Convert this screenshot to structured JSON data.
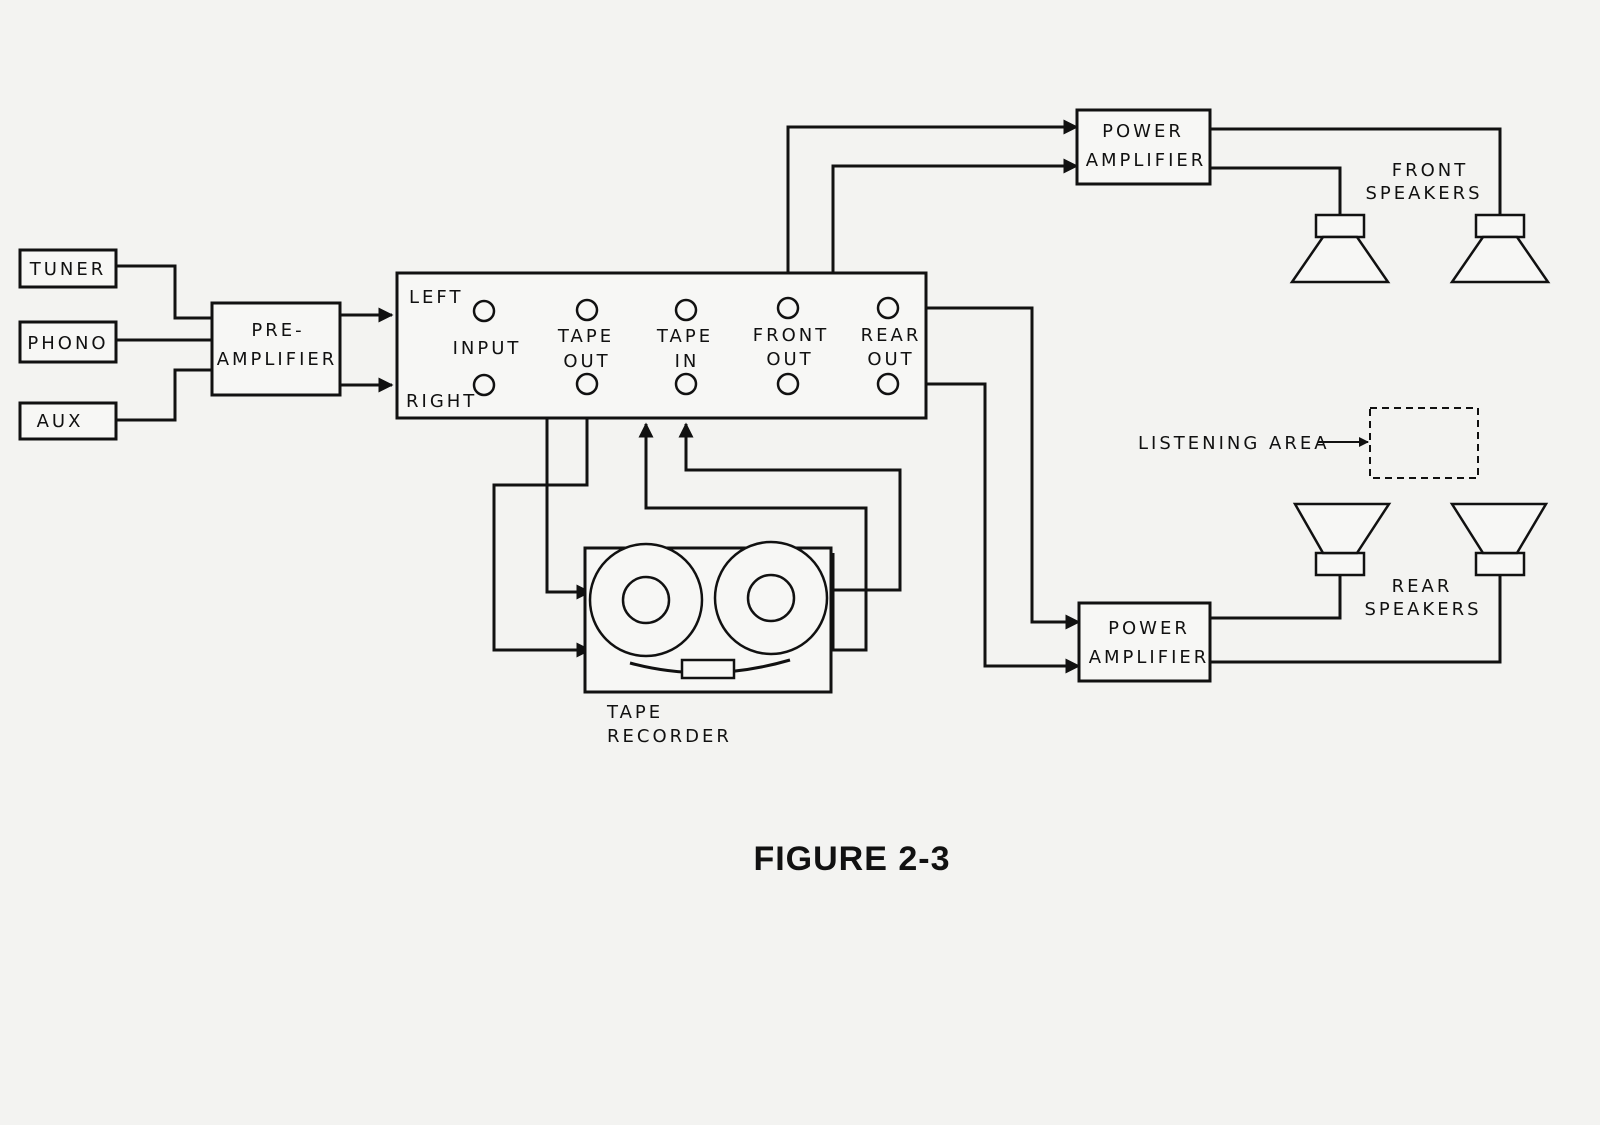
{
  "sources": {
    "tuner": "TUNER",
    "phono": "PHONO",
    "aux": "AUX"
  },
  "preamp": {
    "line1": "PRE-",
    "line2": "AMPLIFIER"
  },
  "panel": {
    "left": "LEFT",
    "right": "RIGHT",
    "input": "INPUT",
    "tape_out": [
      "TAPE",
      "OUT"
    ],
    "tape_in": [
      "TAPE",
      "IN"
    ],
    "front_out": [
      "FRONT",
      "OUT"
    ],
    "rear_out": [
      "REAR",
      "OUT"
    ]
  },
  "front_amp": {
    "line1": "POWER",
    "line2": "AMPLIFIER"
  },
  "rear_amp": {
    "line1": "POWER",
    "line2": "AMPLIFIER"
  },
  "front_speakers": [
    "FRONT",
    "SPEAKERS"
  ],
  "rear_speakers": [
    "REAR",
    "SPEAKERS"
  ],
  "listening_area": "LISTENING AREA",
  "tape_recorder": [
    "TAPE",
    "RECORDER"
  ],
  "figure_caption": "FIGURE 2-3"
}
